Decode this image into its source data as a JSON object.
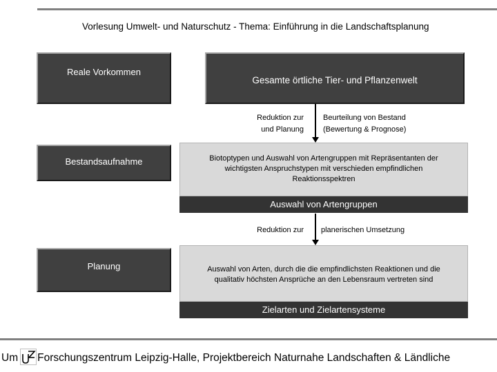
{
  "header": {
    "title": "Vorlesung Umwelt- und Naturschutz - Thema: Einführung in die Landschaftsplanung"
  },
  "left_column": {
    "reale_vorkommen": "Reale Vorkommen",
    "bestandsaufnahme": "Bestandsaufnahme",
    "planung": "Planung"
  },
  "main": {
    "gesamt": "Gesamte örtliche Tier- und Pflanzenwelt",
    "step1": {
      "left_line1": "Reduktion zur",
      "left_line2": "und Planung",
      "right_line1": "Beurteilung von Bestand",
      "right_line2": "(Bewertung & Prognose)"
    },
    "biotop": {
      "line1": "Biotoptypen und Auswahl von Artengruppen mit Repräsentanten der",
      "line2": "wichtigsten Anspruchstypen mit verschieden empfindlichen",
      "line3": "Reaktionsspektren",
      "bar": "Auswahl von Artengruppen"
    },
    "step2": {
      "left": "Reduktion zur",
      "right": "planerischen Umsetzung"
    },
    "ziel": {
      "line1": "Auswahl von Arten, durch die die empfindlichsten Reaktionen und die",
      "line2": "qualitativ höchsten Ansprüche an den Lebensraum vertreten sind",
      "bar": "Zielarten  und Zielartensysteme"
    }
  },
  "footer": {
    "prefix": "Um",
    "text": "Forschungszentrum Leipzig-Halle, Projektbereich Naturnahe Landschaften & Ländliche",
    "logo_icon": "ufz-logo-icon"
  }
}
